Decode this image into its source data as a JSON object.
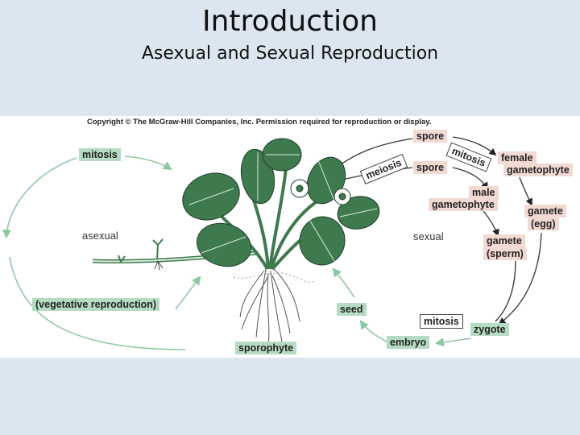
{
  "slide": {
    "title": "Introduction",
    "subtitle": "Asexual and Sexual Reproduction"
  },
  "figure": {
    "copyright": "Copyright © The McGraw-Hill Companies, Inc. Permission required for reproduction or display.",
    "labels": {
      "mitosis_left": "mitosis",
      "asexual": "asexual",
      "vegetative": "(vegetative reproduction)",
      "sporophyte": "sporophyte",
      "spore_top": "spore",
      "meiosis": "meiosis",
      "spore_bottom": "spore",
      "mitosis_arrow": "mitosis",
      "female_gametophyte_1": "female",
      "female_gametophyte_2": "gametophyte",
      "male_gametophyte_1": "male",
      "male_gametophyte_2": "gametophyte",
      "gamete_egg_1": "gamete",
      "gamete_egg_2": "(egg)",
      "sexual": "sexual",
      "gamete_sperm_1": "gamete",
      "gamete_sperm_2": "(sperm)",
      "seed": "seed",
      "mitosis_bottom": "mitosis",
      "zygote": "zygote",
      "embryo": "embryo"
    },
    "colors": {
      "green_box": "#b5dcc2",
      "pink_box": "#f2d9d2",
      "leaf": "#3f7a4e",
      "arrow": "#8fc8a0"
    }
  }
}
